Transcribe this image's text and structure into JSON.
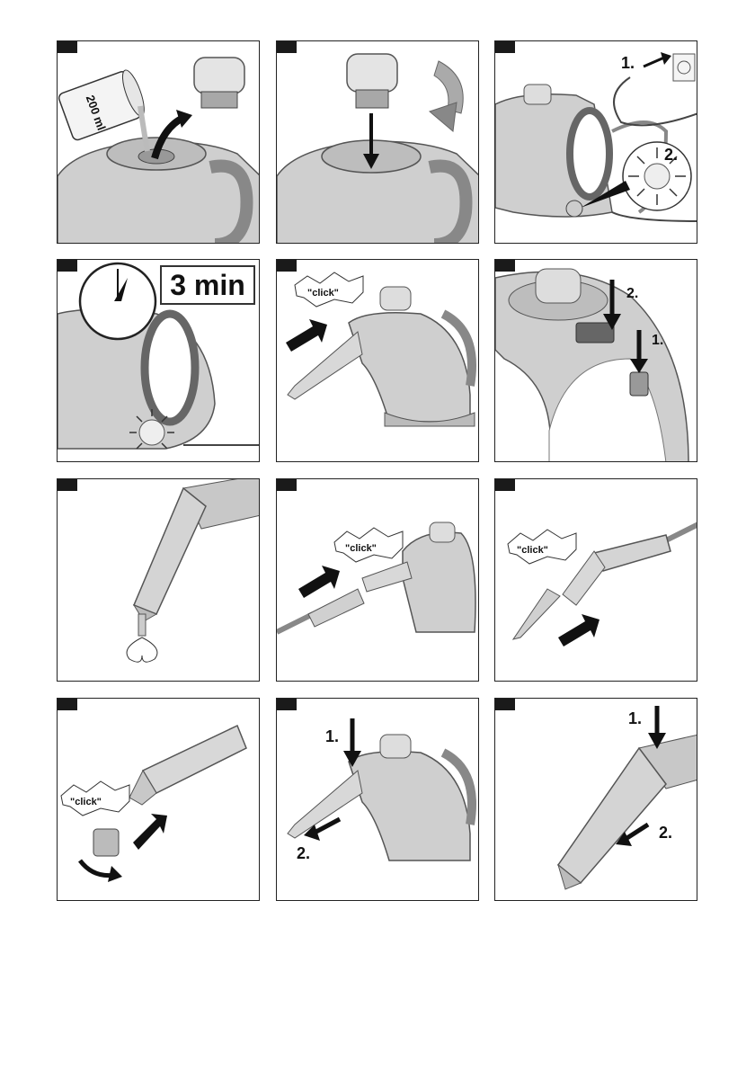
{
  "panels": [
    {
      "id": "p1",
      "labels": {
        "volume": "200 ml"
      }
    },
    {
      "id": "p2",
      "labels": {}
    },
    {
      "id": "p3",
      "labels": {
        "step1": "1.",
        "step2": "2."
      }
    },
    {
      "id": "p4",
      "labels": {
        "time": "3 min"
      }
    },
    {
      "id": "p5",
      "labels": {
        "click": "\"click\""
      }
    },
    {
      "id": "p6",
      "labels": {
        "step1": "1.",
        "step2": "2."
      }
    },
    {
      "id": "p7",
      "labels": {}
    },
    {
      "id": "p8",
      "labels": {
        "click": "\"click\""
      }
    },
    {
      "id": "p9",
      "labels": {
        "click": "\"click\""
      }
    },
    {
      "id": "p10",
      "labels": {
        "click": "\"click\""
      }
    },
    {
      "id": "p11",
      "labels": {
        "step1": "1.",
        "step2": "2."
      }
    },
    {
      "id": "p12",
      "labels": {
        "step1": "1.",
        "step2": "2."
      }
    }
  ],
  "colors": {
    "device": "#d4d4d4",
    "outline": "#555555",
    "arrow": "#111111",
    "tag": "#1a1a1a"
  }
}
